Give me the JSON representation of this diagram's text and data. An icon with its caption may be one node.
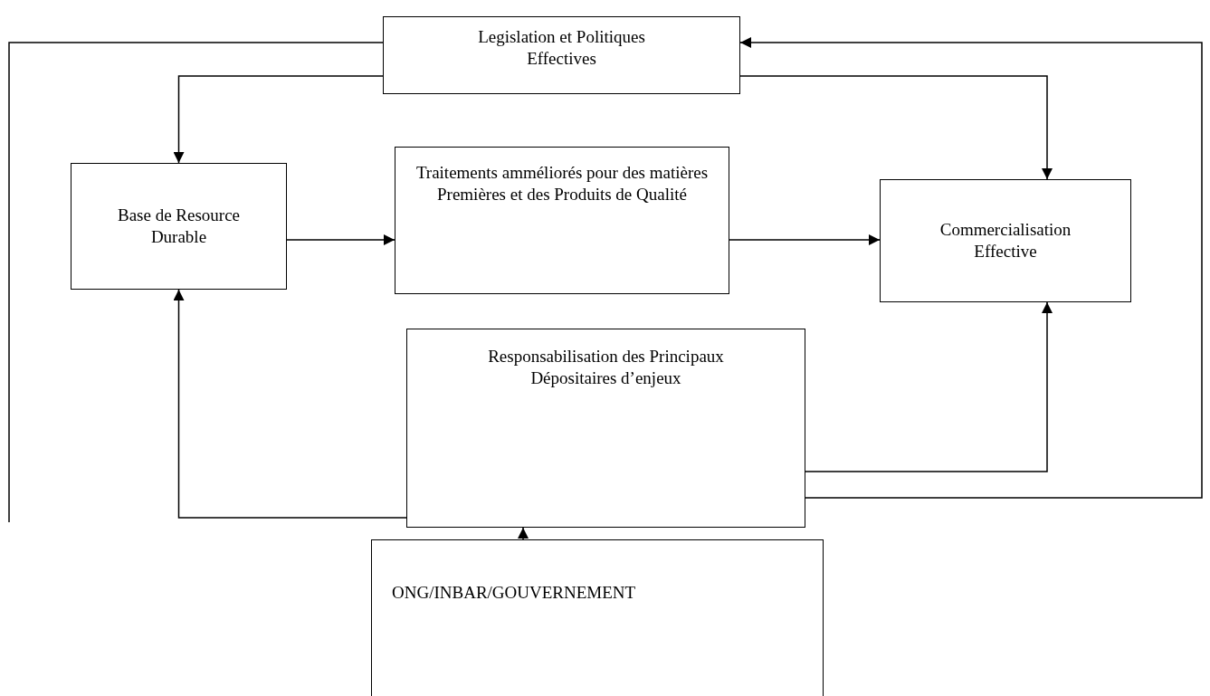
{
  "diagram": {
    "nodes": [
      {
        "text": [
          "Legislation et Politiques Effectives"
        ]
      },
      {
        "text": [
          "Base de Resource Durable"
        ]
      },
      {
        "text": [
          "Traitements amméliorés pour des matières Premières et des Produits de Qualité"
        ]
      },
      {
        "text": [
          "Commercialisation Effective"
        ]
      },
      {
        "text": [
          "Responsabilisation des Principaux Dépositaires d’enjeux"
        ]
      },
      {
        "text": [
          "ONG/INBAR/GOUVERNEMENT"
        ]
      }
    ],
    "edges": [
      {
        "from": 0,
        "to": null,
        "arrow": "none"
      },
      {
        "from": 0,
        "to": 1,
        "arrow": "to"
      },
      {
        "from": 0,
        "to": 3,
        "arrow": "to"
      },
      {
        "from": 1,
        "to": 2,
        "arrow": "to"
      },
      {
        "from": 2,
        "to": 3,
        "arrow": "to"
      },
      {
        "from": 4,
        "to": 1,
        "arrow": "to"
      },
      {
        "from": 4,
        "to": 3,
        "arrow": "to"
      },
      {
        "from": 4,
        "to": 0,
        "arrow": "to"
      },
      {
        "from": 5,
        "to": 4,
        "arrow": "to"
      }
    ]
  }
}
